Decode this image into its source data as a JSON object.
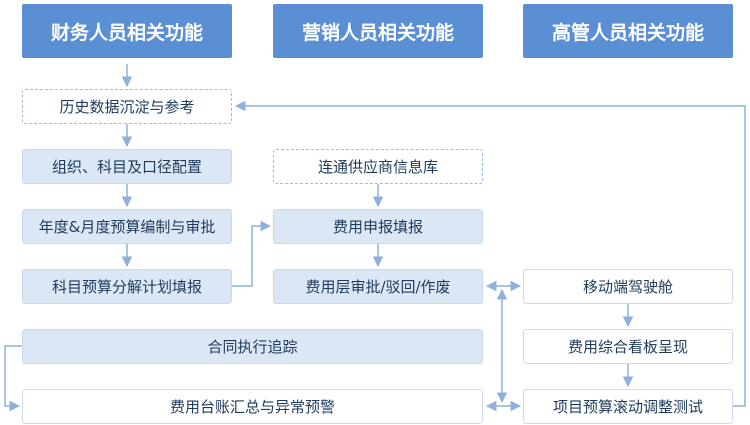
{
  "headers": {
    "finance": "财务人员相关功能",
    "marketing": "营销人员相关功能",
    "executive": "高管人员相关功能"
  },
  "nodes": {
    "history": "历史数据沉淀与参考",
    "org_config": "组织、科目及口径配置",
    "budget_approval": "年度&月度预算编制与审批",
    "subject_plan": "科目预算分解计划填报",
    "supplier_db": "连通供应商信息库",
    "expense_report": "费用申报填报",
    "expense_approval": "费用层审批/驳回/作废",
    "mobile_cockpit": "移动端驾驶舱",
    "dashboard": "费用综合看板呈现",
    "rolling_test": "项目预算滚动调整测试",
    "contract_tracking": "合同执行追踪",
    "ledger_alert": "费用台账汇总与异常预警"
  },
  "colors": {
    "header": "#5b8fd4",
    "filled_box": "#dce7f6",
    "connector": "#8fb0dc"
  }
}
